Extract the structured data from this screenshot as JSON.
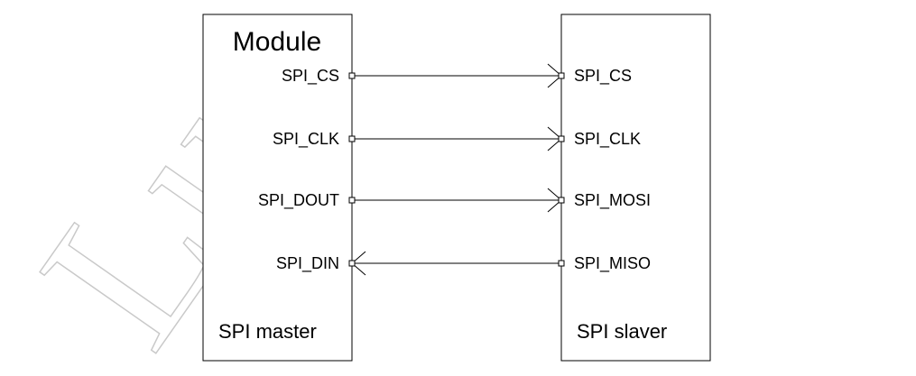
{
  "watermark": "Lu",
  "master": {
    "title": "Module",
    "caption": "SPI master",
    "pins": [
      "SPI_CS",
      "SPI_CLK",
      "SPI_DOUT",
      "SPI_DIN"
    ]
  },
  "slave": {
    "caption": "SPI slaver",
    "pins": [
      "SPI_CS",
      "SPI_CLK",
      "SPI_MOSI",
      "SPI_MISO"
    ]
  },
  "connections": [
    {
      "from": "master",
      "direction": "to-slave"
    },
    {
      "from": "master",
      "direction": "to-slave"
    },
    {
      "from": "master",
      "direction": "to-slave"
    },
    {
      "from": "slave",
      "direction": "to-master"
    }
  ]
}
